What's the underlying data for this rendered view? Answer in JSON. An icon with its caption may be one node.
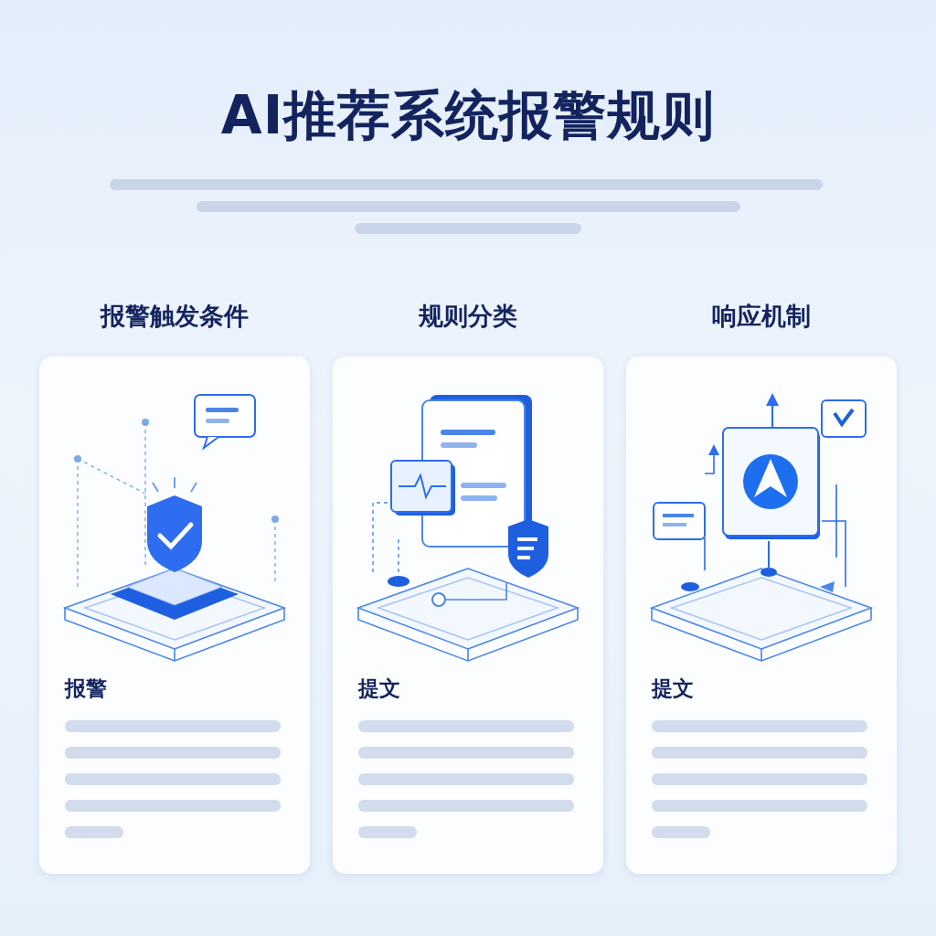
{
  "diagram": {
    "title": "AI推荐系统报警规则",
    "nodes": [
      {
        "text": [
          "报警触发条件",
          "报警"
        ]
      },
      {
        "text": [
          "规则分类",
          "提文"
        ]
      },
      {
        "text": [
          "响应机制",
          "提文"
        ]
      }
    ]
  }
}
